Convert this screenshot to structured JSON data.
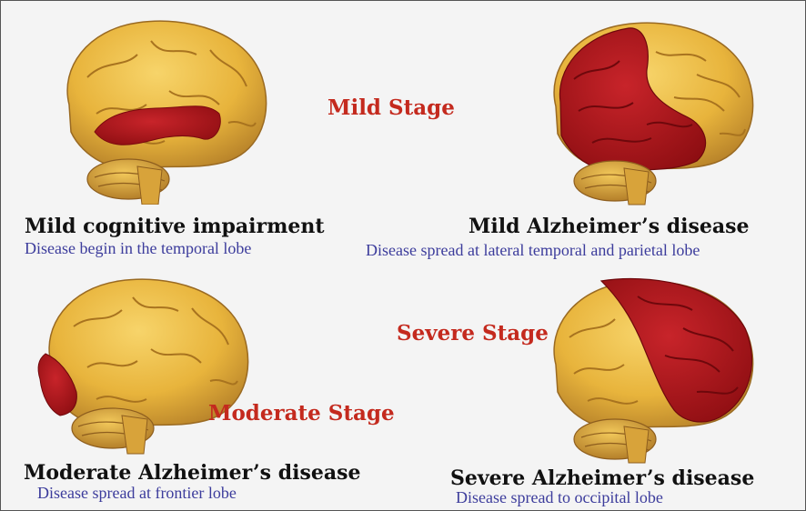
{
  "stages": {
    "mild": "Mild Stage",
    "moderate": "Moderate Stage",
    "severe": "Severe Stage"
  },
  "panels": [
    {
      "title": "Mild cognitive impairment",
      "description": "Disease begin in the temporal lobe"
    },
    {
      "title": "Mild Alzheimer’s disease",
      "description": "Disease spread at lateral temporal and parietal lobe"
    },
    {
      "title": "Moderate Alzheimer’s disease",
      "description": "Disease spread at frontier lobe"
    },
    {
      "title": "Severe Alzheimer’s disease",
      "description": "Disease spread to occipital lobe"
    }
  ],
  "colors": {
    "brain": "#e8b43c",
    "brain_shadow": "#b8832a",
    "affected": "#b8141a",
    "stage_label": "#c42a1e",
    "title_text": "#111111",
    "description_text": "#3c3c9c"
  }
}
